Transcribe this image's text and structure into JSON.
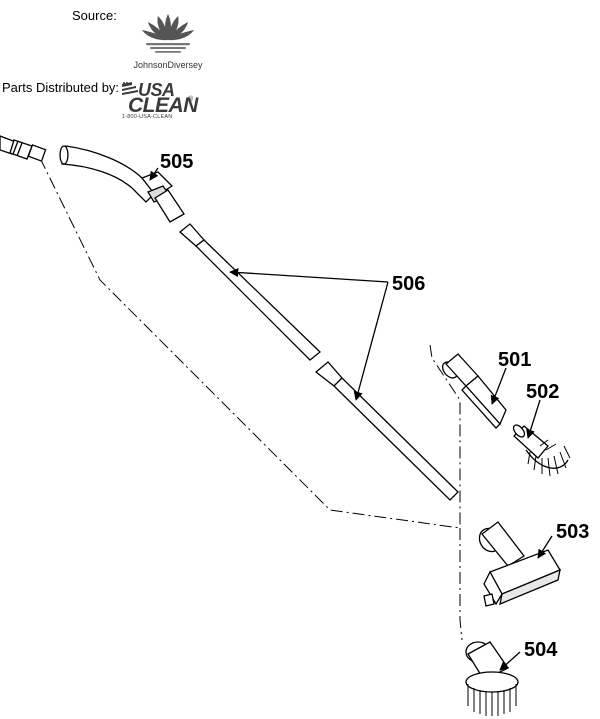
{
  "header": {
    "source_label": "Source:",
    "distributed_label": "Parts Distributed by:",
    "johnson_logo_text": "JohnsonDiversey",
    "usa_logo_line1": "USA",
    "usa_logo_line2": "CLEAN",
    "usa_logo_reg": "®",
    "usa_logo_phone": "1-800-USA-CLEAN"
  },
  "callouts": {
    "p501": "501",
    "p502": "502",
    "p503": "503",
    "p504": "504",
    "p505": "505",
    "p506": "506"
  },
  "icons": [
    "lotus-logo-icon",
    "usa-flag-icon"
  ]
}
